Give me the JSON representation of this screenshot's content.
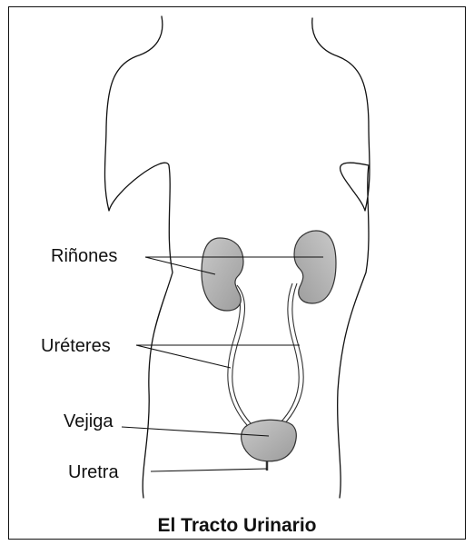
{
  "labels": {
    "kidneys": "Riñones",
    "ureters": "Uréteres",
    "bladder": "Vejiga",
    "urethra": "Uretra"
  },
  "caption": "El Tracto Urinario",
  "colors": {
    "organ_fill": "#b3b3b3",
    "organ_fill_light": "#dcdcdc",
    "outline": "#111111",
    "background": "#ffffff"
  }
}
